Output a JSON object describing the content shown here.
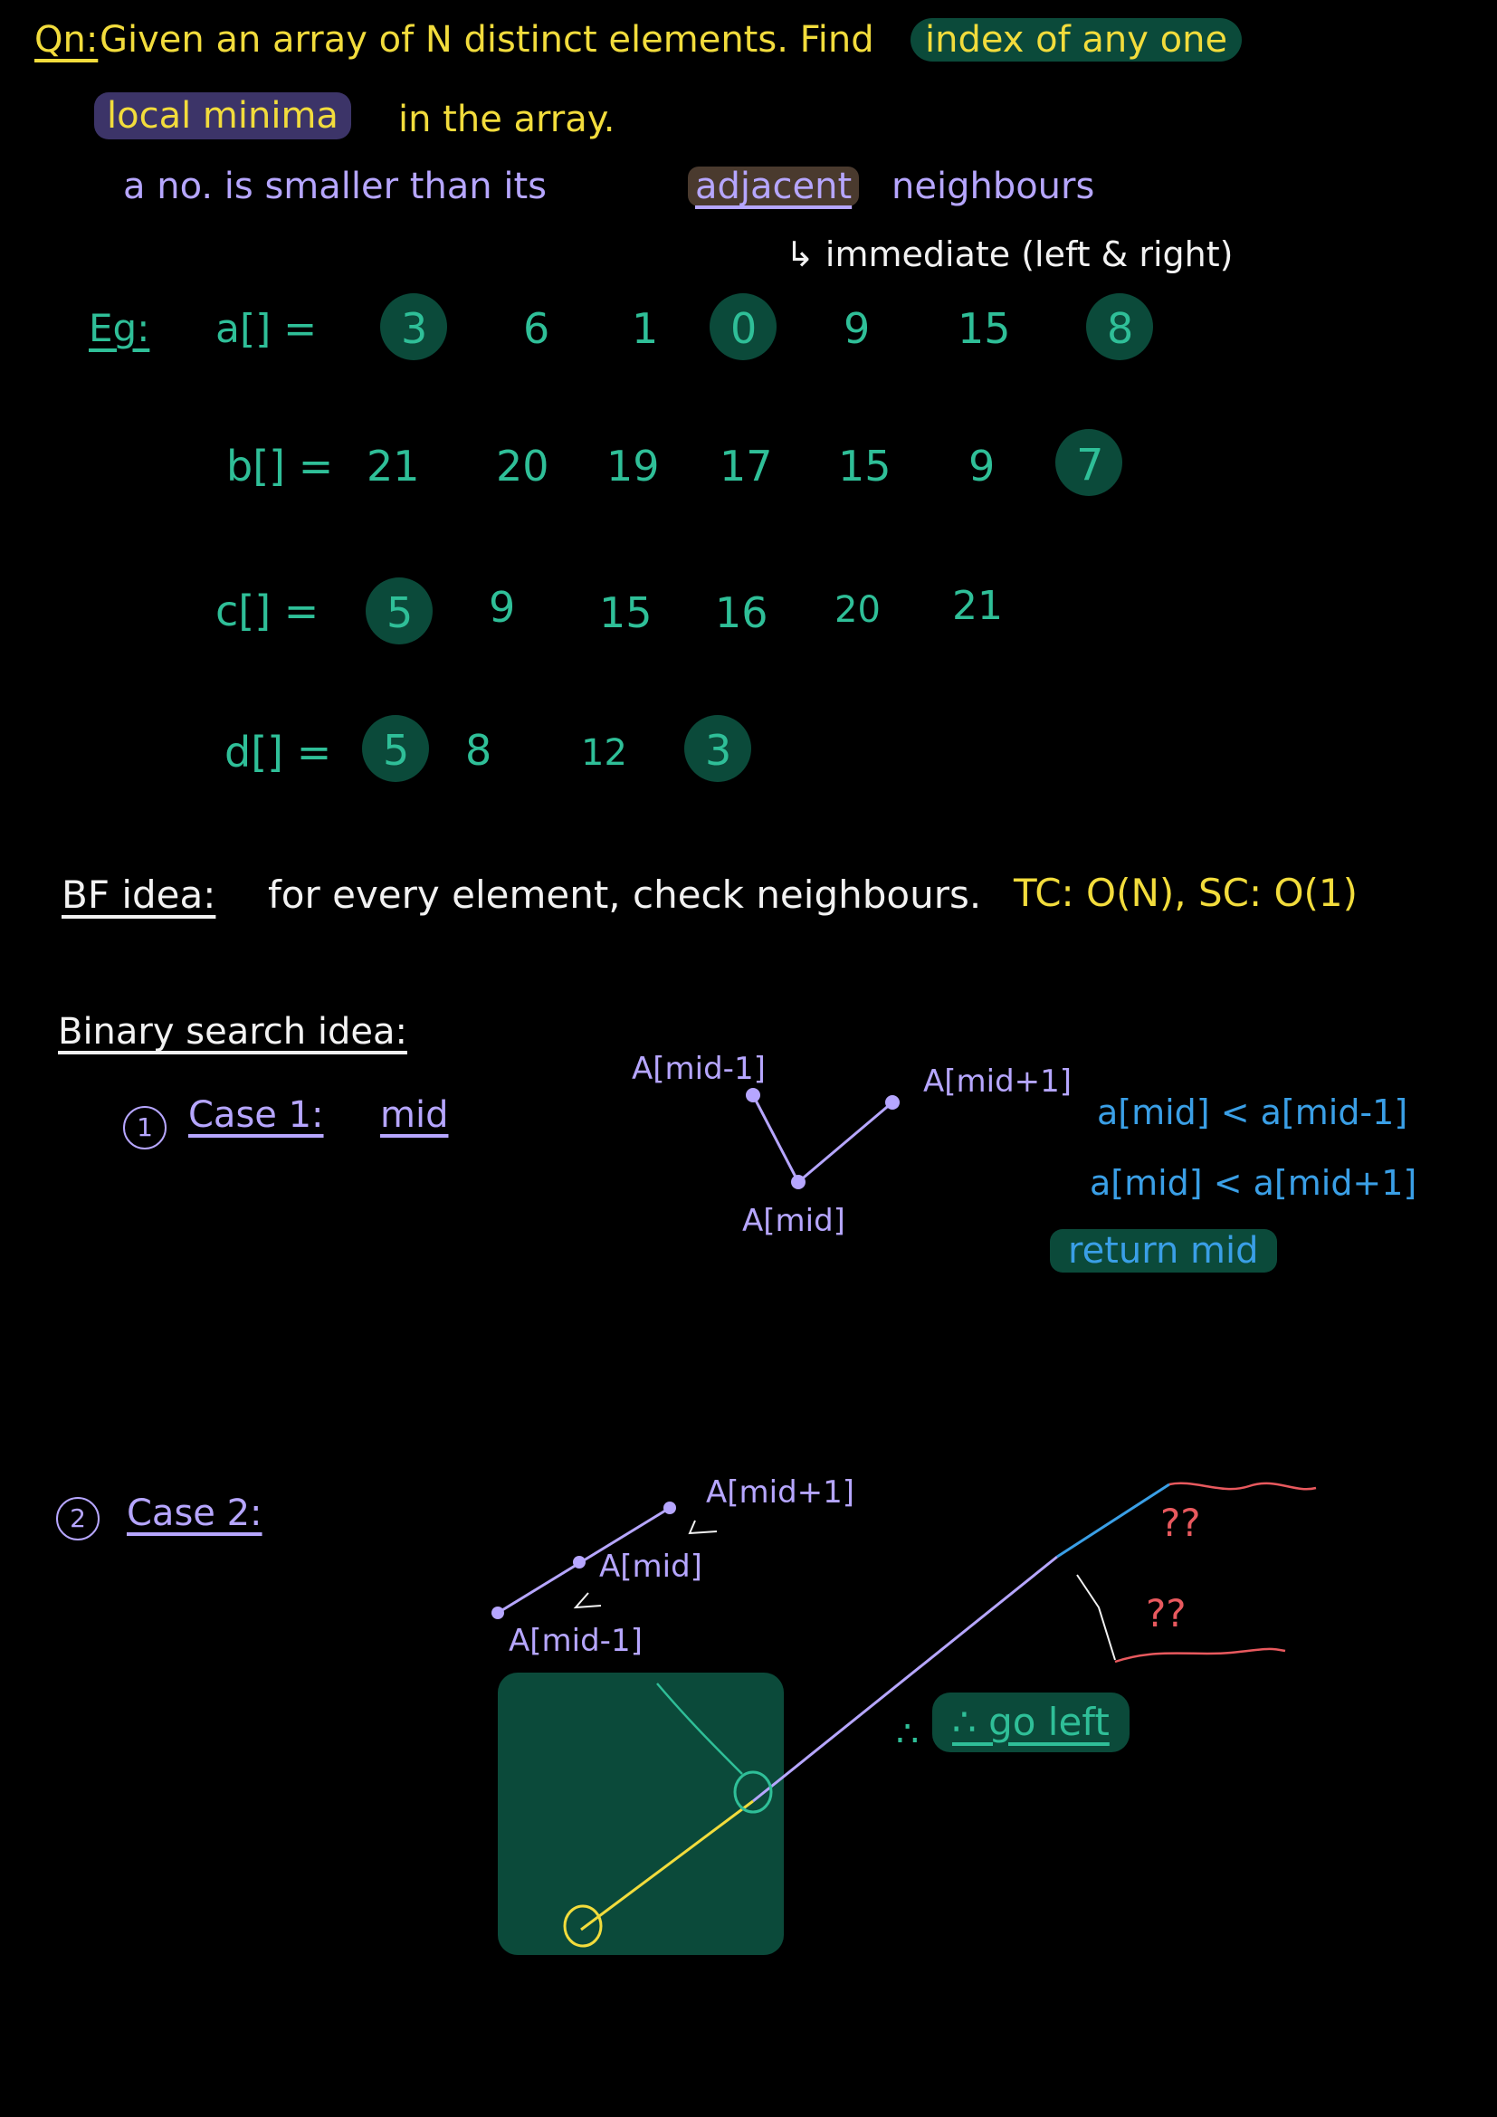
{
  "question": {
    "label": "Qn:",
    "text1": "Given an array of N distinct elements. Find",
    "highlight1": "index of any one",
    "highlight2": "local minima",
    "text2": "in the array.",
    "definition": "a no. is smaller than its",
    "adjacent": "adjacent",
    "neighbours": "neighbours",
    "note": "↳ immediate (left & right)"
  },
  "examples": {
    "label": "Eg:",
    "arrays": [
      {
        "name": "a[] =",
        "values": [
          "3",
          "6",
          "1",
          "0",
          "9",
          "15",
          "8"
        ],
        "circled": [
          0,
          3,
          6
        ]
      },
      {
        "name": "b[] =",
        "values": [
          "21",
          "20",
          "19",
          "17",
          "15",
          "9",
          "7"
        ],
        "circled": [
          6
        ]
      },
      {
        "name": "c[] =",
        "values": [
          "5",
          "9",
          "15",
          "16",
          "20",
          "21"
        ],
        "circled": [
          0
        ]
      },
      {
        "name": "d[] =",
        "values": [
          "5",
          "8",
          "12",
          "3"
        ],
        "circled": [
          0,
          3
        ]
      }
    ]
  },
  "bf": {
    "label": "BF idea:",
    "text": "for every element, check neighbours.",
    "complexity": "TC: O(N), SC: O(1)"
  },
  "binary": {
    "heading": "Binary search idea:",
    "case1": {
      "num": "1",
      "label": "Case 1:",
      "mid": "mid",
      "p_left": "A[mid-1]",
      "p_mid": "A[mid]",
      "p_right": "A[mid+1]",
      "cond1": "a[mid] < a[mid-1]",
      "cond2": "a[mid] < a[mid+1]",
      "result": "return mid"
    },
    "case2": {
      "num": "2",
      "label": "Case 2:",
      "p_right": "A[mid+1]",
      "p_mid": "A[mid]",
      "p_left": "A[mid-1]",
      "q1": "??",
      "q2": "??",
      "conclusion": "∴ go left"
    }
  },
  "colors": {
    "yellow": "#f2dc3c",
    "white": "#f2f2f2",
    "lavender": "#b6a6ff",
    "teal": "#2fbf98",
    "blue": "#3a9fe6",
    "red": "#e8595e",
    "highlight_teal": "#0b4a3a",
    "highlight_purple": "#3c3468"
  }
}
